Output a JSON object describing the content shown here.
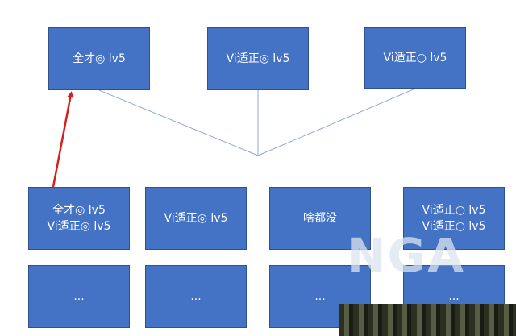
{
  "diagram": {
    "top_row": [
      {
        "lines": [
          "全才◎ lv5"
        ]
      },
      {
        "lines": [
          "Vi适正◎ lv5"
        ]
      },
      {
        "lines": [
          "Vi适正○ lv5"
        ]
      }
    ],
    "middle_row": [
      {
        "lines": [
          "全才◎ lv5",
          "Vi适正◎ lv5"
        ]
      },
      {
        "lines": [
          "Vi适正◎ lv5"
        ]
      },
      {
        "lines": [
          "啥都没"
        ]
      },
      {
        "lines": [
          "Vi适正○ lv5",
          "Vi适正○ lv5"
        ]
      }
    ],
    "bottom_row": [
      {
        "lines": [
          "..."
        ]
      },
      {
        "lines": [
          "..."
        ]
      },
      {
        "lines": [
          "..."
        ]
      },
      {
        "lines": [
          "..."
        ]
      }
    ],
    "colors": {
      "box_fill": "#4472c4",
      "box_border": "#2f528f",
      "box_text": "#ffffff",
      "connector_line": "#8fa9d6",
      "arrow": "#d62020"
    }
  },
  "watermark": {
    "text": "NGA"
  }
}
